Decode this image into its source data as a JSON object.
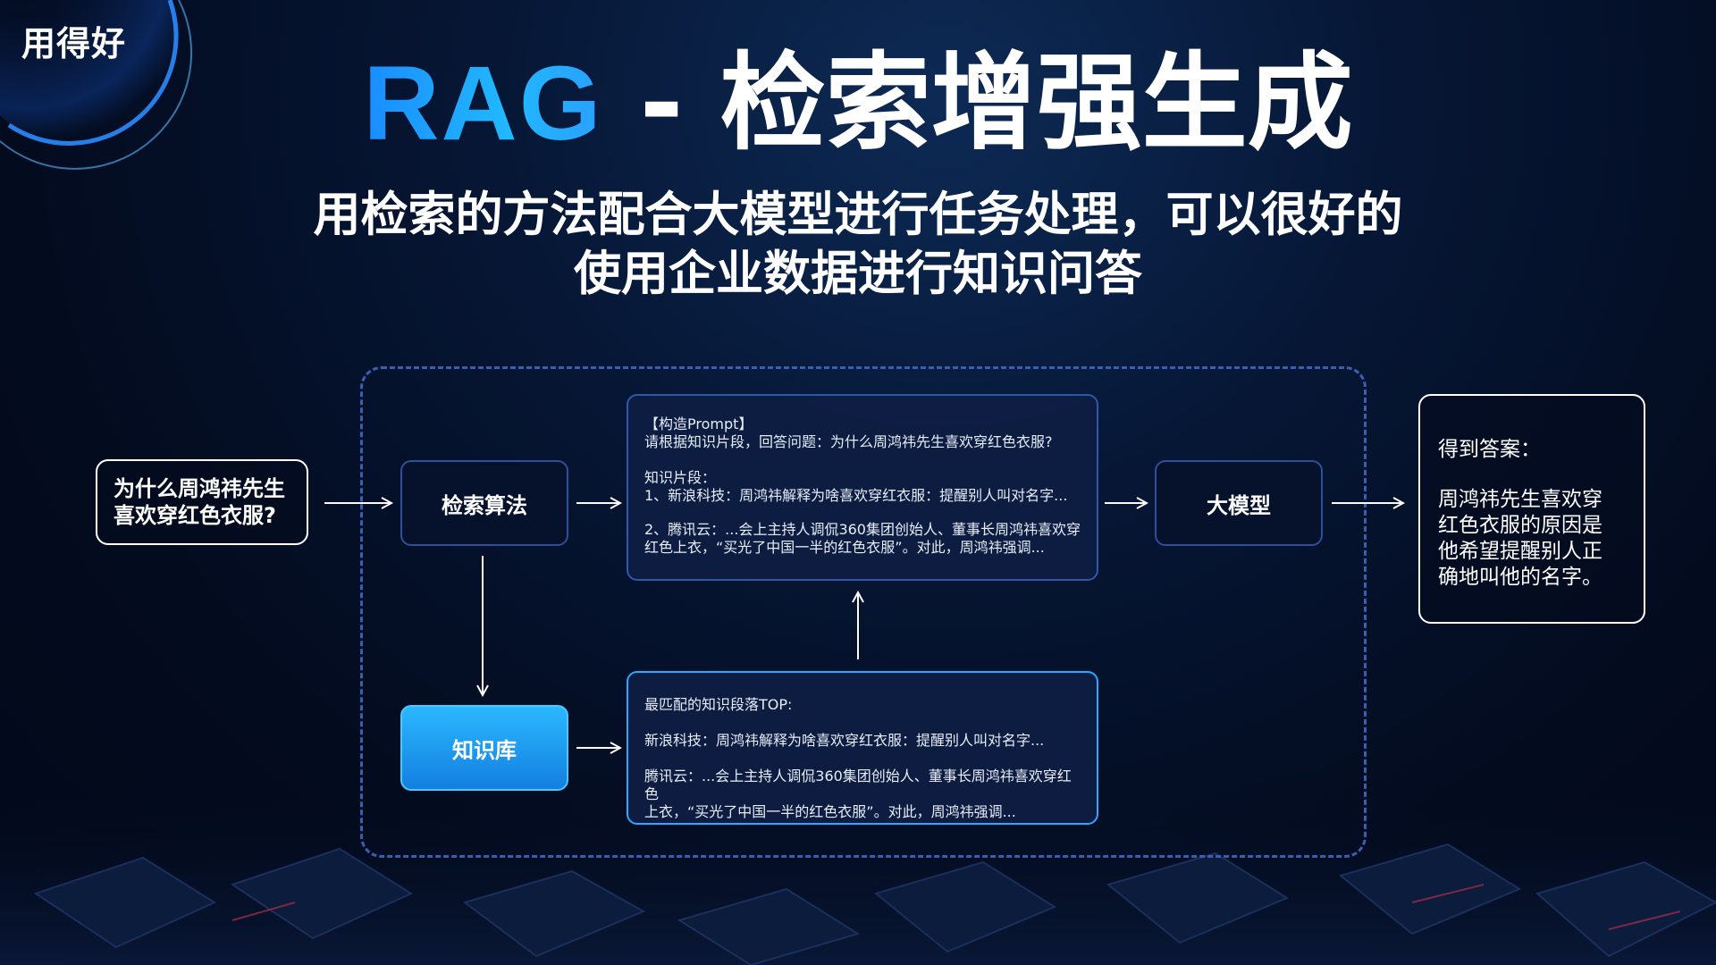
{
  "brand": {
    "logo_text": "用得好"
  },
  "header": {
    "title_acronym": "RAG",
    "title_rest": " - 检索增强生成",
    "subtitle_line1": "用检索的方法配合大模型进行任务处理，可以很好的",
    "subtitle_line2": "使用企业数据进行知识问答"
  },
  "diagram": {
    "question": {
      "line1": "为什么周鸿祎先生",
      "line2": "喜欢穿红色衣服?"
    },
    "retrieval_label": "检索算法",
    "knowledge_base_label": "知识库",
    "llm_label": "大模型",
    "prompt_panel": {
      "heading": "【构造Prompt】",
      "instruction": "请根据知识片段，回答问题：为什么周鸿祎先生喜欢穿红色衣服?",
      "snippets_heading": "知识片段：",
      "snippet1": "1、新浪科技：周鸿祎解释为啥喜欢穿红衣服：提醒别人叫对名字...",
      "snippet2_line1": "2、腾讯云：...会上主持人调侃360集团创始人、董事长周鸿祎喜欢穿",
      "snippet2_line2": "红色上衣，“买光了中国一半的红色衣服”。对此，周鸿祎强调..."
    },
    "top_panel": {
      "heading": "最匹配的知识段落TOP:",
      "item1": "新浪科技：周鸿祎解释为啥喜欢穿红衣服：提醒别人叫对名字...",
      "item2_line1": "腾讯云：...会上主持人调侃360集团创始人、董事长周鸿祎喜欢穿红色",
      "item2_line2": "上衣，“买光了中国一半的红色衣服”。对此，周鸿祎强调..."
    },
    "answer": {
      "heading": "得到答案：",
      "line1": "周鸿祎先生喜欢穿",
      "line2": "红色衣服的原因是",
      "line3": "他希望提醒别人正",
      "line4": "确地叫他的名字。"
    }
  },
  "colors": {
    "accent_blue": "#1a8cff",
    "frame_dash": "#3a5fb0",
    "knowledge_base_fill": "#137fe0"
  }
}
